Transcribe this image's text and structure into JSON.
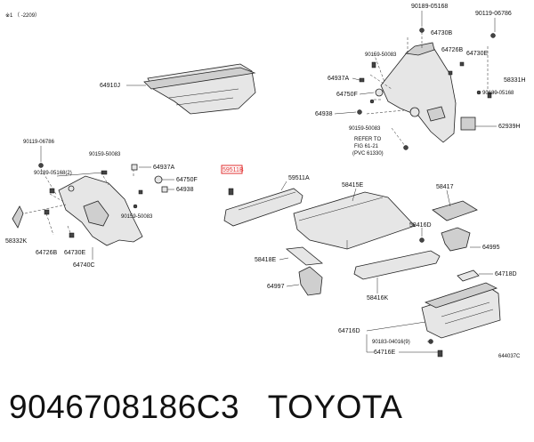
{
  "header_note": "※1 （ -2209）",
  "callouts": {
    "c90189_05168_top": "90189-05168",
    "c90119_06786_top": "90119-06786",
    "c64730B": "64730B",
    "c90159_50083_r": "90159-50083",
    "c64726B_r": "64726B",
    "c64730E_r": "64730E",
    "c64937A_r": "64937A",
    "c58331H": "58331H",
    "c64910J": "64910J",
    "c64750F_r": "64750F",
    "c90189_05168_r": "90189-05168",
    "c64938_r": "64938",
    "c90159_50083_r2": "90159-50083",
    "c62939H": "62939H",
    "refer_1": "REFER TO",
    "refer_2": "FIG 61-21",
    "refer_3": "(PVC 61330)",
    "c90119_06786_l": "90119-06786",
    "c90159_50083_l": "90159-50083",
    "c64937A_l": "64937A",
    "c90189_05168_2": "90189-05168(2)",
    "c64750F_l": "64750F",
    "c64938_l": "64938",
    "c90159_50083_l2": "90159-50083",
    "c58332K": "58332K",
    "c64726B_l": "64726B",
    "c64730E_l": "64730E",
    "c64740C": "64740C",
    "c59511B": "59511B",
    "c59511A": "59511A",
    "c58415E": "58415E",
    "c58417": "58417",
    "c58416D": "58416D",
    "c64995": "64995",
    "c58418E": "58418E",
    "c64997": "64997",
    "c58416K": "58416K",
    "c64718D": "64718D",
    "c64716D": "64716D",
    "c90183_04016": "90183-04016(9)",
    "c64716E": "64716E",
    "diagram_code": "644037C"
  },
  "caption": {
    "part_number": "9046708186C3",
    "brand": "TOYOTA"
  },
  "colors": {
    "highlight": "#e23030",
    "line": "#222222",
    "part_fill": "#e6e6e6"
  }
}
